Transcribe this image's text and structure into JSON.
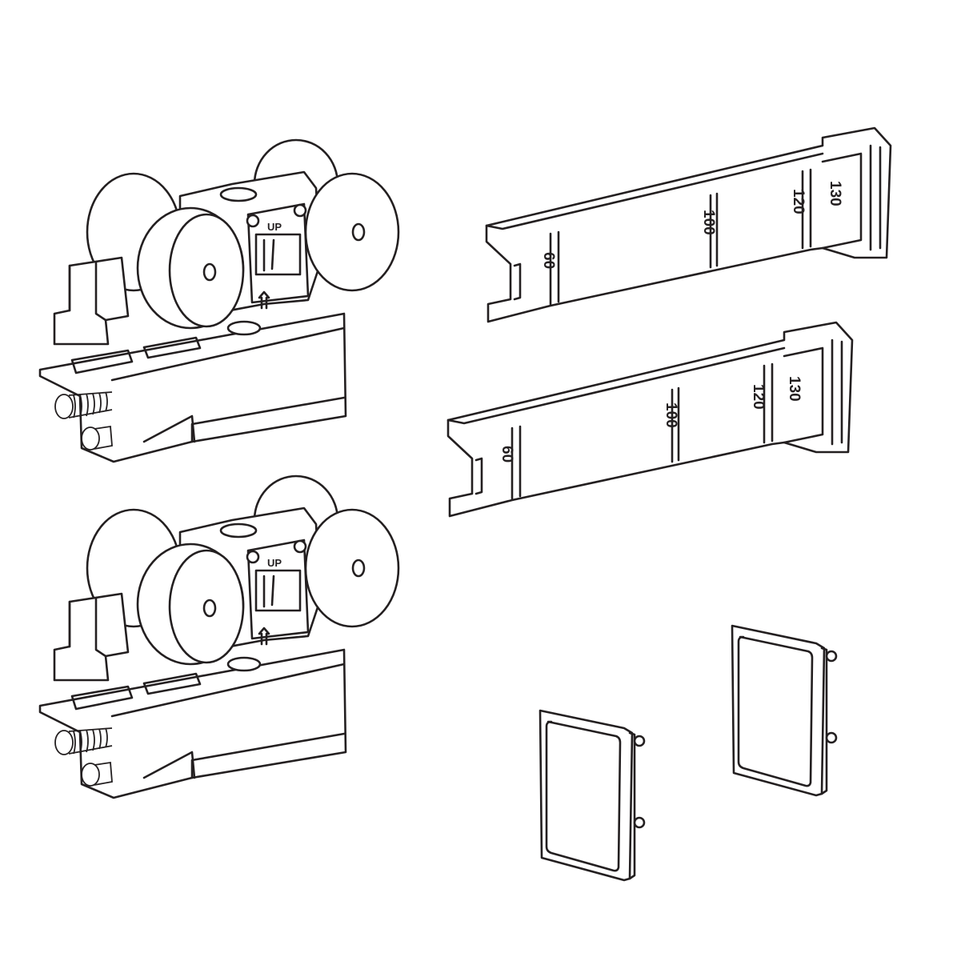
{
  "diagram": {
    "description": "Sliding door hardware kit exploded parts view",
    "stroke_color": "#231f20",
    "background": "#ffffff",
    "parts": {
      "roller_carriages": [
        {
          "id": "carriage-1",
          "marking": "UP"
        },
        {
          "id": "carriage-2",
          "marking": "UP"
        }
      ],
      "spacer_gauges": [
        {
          "id": "gauge-1",
          "scale_labels": [
            "60",
            "100",
            "120",
            "130"
          ]
        },
        {
          "id": "gauge-2",
          "scale_labels": [
            "60",
            "100",
            "120",
            "130"
          ]
        }
      ],
      "end_caps": [
        {
          "id": "end-cap-1"
        },
        {
          "id": "end-cap-2"
        }
      ]
    }
  }
}
